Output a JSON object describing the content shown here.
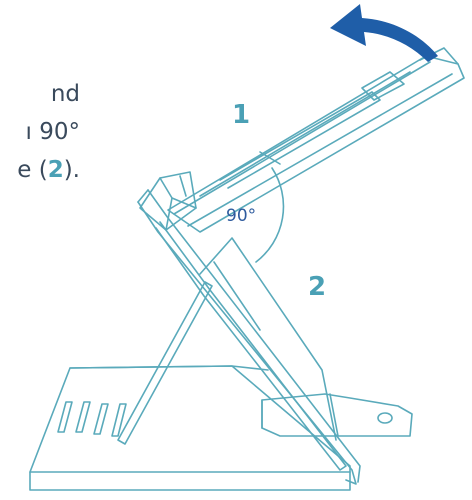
{
  "text": {
    "line1": "nd",
    "line2": "ı 90°",
    "line3_pre": "e (",
    "line3_num": "2",
    "line3_post": ")."
  },
  "labels": {
    "part1": "1",
    "part2": "2",
    "angle": "90°"
  },
  "colors": {
    "line": "#5aaabb",
    "arrow": "#1f5ea8",
    "label": "#4aa0b5",
    "text": "#3a4a5c"
  }
}
